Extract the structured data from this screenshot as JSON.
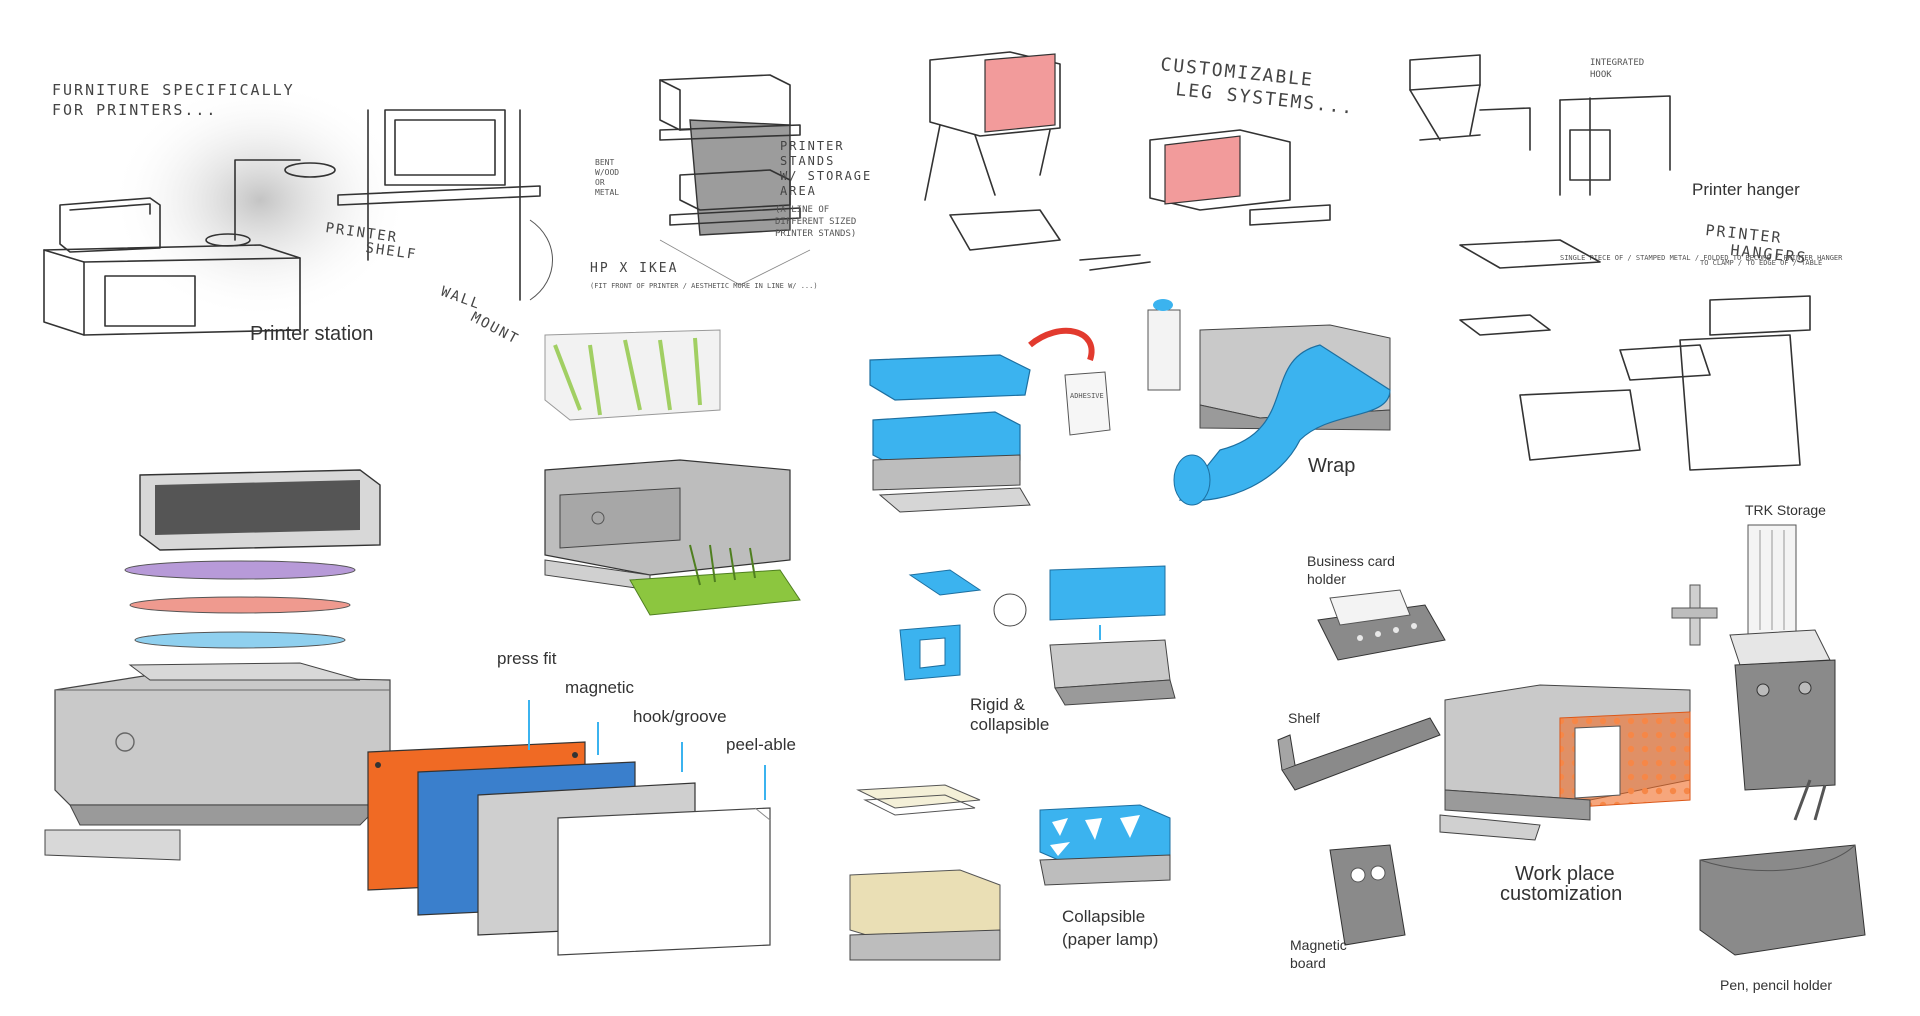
{
  "colors": {
    "printer_gray": "#a7a7a7",
    "printer_light": "#d0d0d0",
    "printer_dark": "#7c7c7c",
    "orange": "#f06a24",
    "blue": "#3a7fcc",
    "cyan": "#3bb3ef",
    "green": "#8cc63f",
    "pink": "#f29b9b",
    "purple": "#b79ad8",
    "salmon": "#ef9a8f",
    "light_blue": "#8fd0ef"
  },
  "handwritten": {
    "furniture_line1": "FURNITURE SPECIFICALLY",
    "furniture_line2": "FOR PRINTERS...",
    "printer_shelf_1": "PRINTER",
    "printer_shelf_2": "SHELF",
    "wall_mount_1": "WALL",
    "wall_mount_2": "MOUNT",
    "stands_1": "PRINTER",
    "stands_2": "STANDS",
    "stands_3": "W/ STORAGE",
    "stands_4": "AREA",
    "stands_5": "(A LINE OF",
    "stands_6": "DIFFERENT SIZED",
    "stands_7": "PRINTER STANDS)",
    "bent_1": "BENT",
    "bent_2": "W/OOD",
    "bent_3": "OR",
    "bent_4": "METAL",
    "hp_ikea": "HP X IKEA",
    "hp_ikea_sub": "(FIT FRONT OF PRINTER / AESTHETIC MORE IN LINE W/ ...)",
    "custom_leg_1": "CUSTOMIZABLE",
    "custom_leg_2": "LEG SYSTEMS...",
    "integrated_hook_1": "INTEGRATED",
    "integrated_hook_2": "HOOK",
    "printer_hangers_1": "PRINTER",
    "printer_hangers_2": "HANGERS",
    "single_fold_note": "SINGLE PIECE OF / STAMPED METAL / FOLDED TO BECOME / PRINTER HANGER",
    "clamp_note": "TO CLAMP / TO EDGE OF / TABLE",
    "jar_label": "ADHESIVE"
  },
  "labels": {
    "printer_station": "Printer station",
    "printer_hanger": "Printer hanger",
    "wrap": "Wrap",
    "press_fit": "press fit",
    "magnetic": "magnetic",
    "hook_groove": "hook/groove",
    "peel_able": "peel-able",
    "rigid_1": "Rigid &",
    "rigid_2": "collapsible",
    "collapsible_1": "Collapsible",
    "collapsible_2": "(paper lamp)",
    "business_card_1": "Business card",
    "business_card_2": "holder",
    "shelf": "Shelf",
    "magnetic_board_1": "Magnetic",
    "magnetic_board_2": "board",
    "trk_storage": "TRK Storage",
    "workplace_1": "Work place",
    "workplace_2": "customization",
    "pen_holder": "Pen, pencil holder"
  }
}
